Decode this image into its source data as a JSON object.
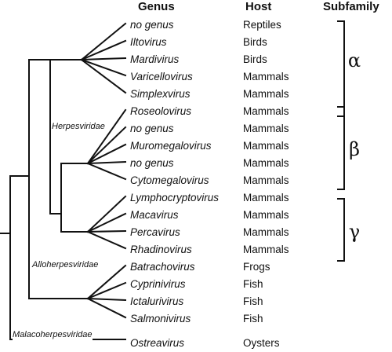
{
  "headers": {
    "genus": "Genus",
    "host": "Host",
    "subfamily": "Subfamily"
  },
  "taxa": [
    {
      "genus": "no genus",
      "host": "Reptiles"
    },
    {
      "genus": "Iltovirus",
      "host": "Birds"
    },
    {
      "genus": "Mardivirus",
      "host": "Birds"
    },
    {
      "genus": "Varicellovirus",
      "host": "Mammals"
    },
    {
      "genus": "Simplexvirus",
      "host": "Mammals"
    },
    {
      "genus": "Roseolovirus",
      "host": "Mammals"
    },
    {
      "genus": "no genus",
      "host": "Mammals"
    },
    {
      "genus": "Muromegalovirus",
      "host": "Mammals"
    },
    {
      "genus": "no genus",
      "host": "Mammals"
    },
    {
      "genus": "Cytomegalovirus",
      "host": "Mammals"
    },
    {
      "genus": "Lymphocryptovirus",
      "host": "Mammals"
    },
    {
      "genus": "Macavirus",
      "host": "Mammals"
    },
    {
      "genus": "Percavirus",
      "host": "Mammals"
    },
    {
      "genus": "Rhadinovirus",
      "host": "Mammals"
    },
    {
      "genus": "Batrachovirus",
      "host": "Frogs"
    },
    {
      "genus": "Cyprinivirus",
      "host": "Fish"
    },
    {
      "genus": "Ictalurivirus",
      "host": "Fish"
    },
    {
      "genus": "Salmonivirus",
      "host": "Fish"
    },
    {
      "genus": "Ostreavirus",
      "host": "Oysters"
    }
  ],
  "families": {
    "herpesviridae": "Herpesviridae",
    "alloherpesviridae": "Alloherpesviridae",
    "malacoherpesviridae": "Malacoherpesviridae"
  },
  "subfamilies": {
    "alpha": "α",
    "beta": "β",
    "gamma": "γ"
  }
}
